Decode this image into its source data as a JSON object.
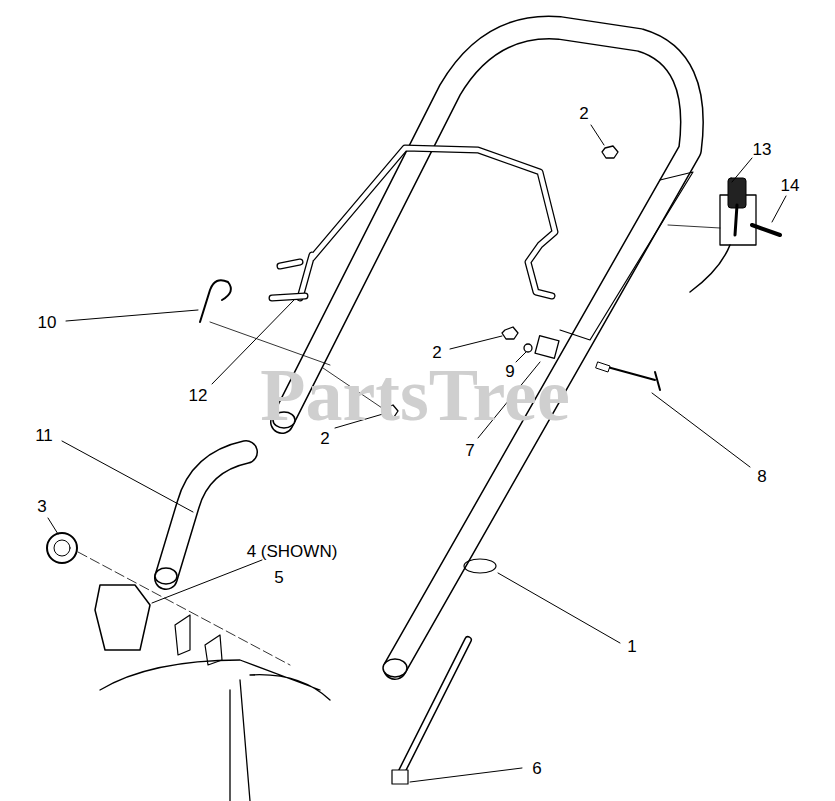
{
  "diagram": {
    "labels": [
      "2",
      "13",
      "14",
      "10",
      "2",
      "9",
      "12",
      "11",
      "2",
      "7",
      "8",
      "3",
      "4 (SHOWN)",
      "5",
      "1",
      "6",
      "PartsTree"
    ]
  }
}
